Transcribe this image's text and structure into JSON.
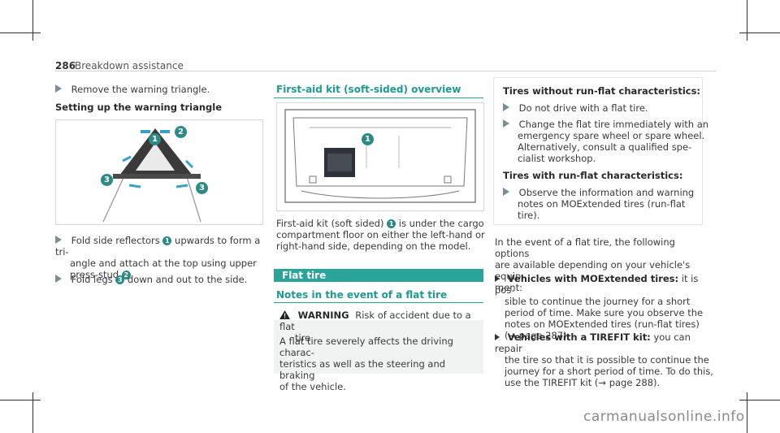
{
  "header": {
    "page_number": "286",
    "section": "Breakdown assistance"
  },
  "left": {
    "step_remove": "Remove the warning triangle.",
    "heading": "Setting up the warning triangle",
    "step1_a": "Fold side reflectors ",
    "step1_num": "1",
    "step1_b": " upwards to form a tri-",
    "step1_c": "angle and attach at the top using upper",
    "step1_d": "press-stud ",
    "step1_num2": "2",
    "step1_e": ".",
    "step2_a": "Fold legs ",
    "step2_num": "3",
    "step2_b": " down and out to the side.",
    "fig_labels": [
      "1",
      "2",
      "3",
      "3"
    ]
  },
  "middle": {
    "kit_heading": "First-aid kit (soft-sided) overview",
    "kit_label": "1",
    "kit_text_a": "First-aid kit (soft sided) ",
    "kit_num": "1",
    "kit_text_b": " is under the cargo",
    "kit_text_c": "compartment floor on either the left-hand or",
    "kit_text_d": "right-hand side, depending on the model.",
    "bar_title": "Flat tire",
    "notes_heading": "Notes in the event of a flat tire",
    "warning_label": "WARNING",
    "warning_text_a": "Risk of accident due to a flat",
    "warning_text_b": "tire",
    "warning_body_a": "A flat tire severely affects the driving charac-",
    "warning_body_b": "teristics as well as the steering and braking",
    "warning_body_c": "of the vehicle."
  },
  "right": {
    "box_h1": "Tires without run-flat characteristics:",
    "b1": "Do not drive with a flat tire.",
    "b2_a": "Change the flat tire immediately with an",
    "b2_b": "emergency spare wheel or spare wheel.",
    "b2_c": "Alternatively, consult a qualified spe-",
    "b2_d": "cialist workshop.",
    "box_h2": "Tires with run-flat characteristics:",
    "b3_a": "Observe the information and warning",
    "b3_b": "notes on MOExtended tires (run-flat",
    "b3_c": "tire).",
    "p_a": "In the event of a flat tire, the following options",
    "p_b": "are available depending on your vehicle's equip-",
    "p_c": "ment:",
    "li1_bold": "Vehicles with MOExtended tires:",
    "li1_a": " it is pos-",
    "li1_b": "sible to continue the journey for a short",
    "li1_c": "period of time. Make sure you observe the",
    "li1_d": "notes on MOExtended tires (run-flat tires)",
    "li1_e": "(→ page 287).",
    "li2_bold": "Vehicles with a TIREFIT kit:",
    "li2_a": " you can repair",
    "li2_b": "the tire so that it is possible to continue the",
    "li2_c": "journey for a short period of time. To do this,",
    "li2_d": "use the TIREFIT kit (→ page 288)."
  },
  "watermark": "carmanualsonline.info",
  "colors": {
    "accent": "#1f9a8f",
    "bar": "#2aa39a",
    "marker": "#2c8a84"
  }
}
